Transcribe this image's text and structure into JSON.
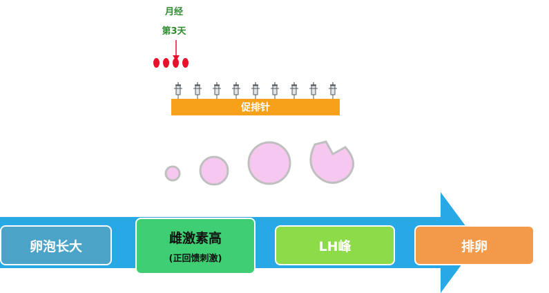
{
  "labels": {
    "period_line1": "月经",
    "period_line2": "第3天",
    "injection_bar": "促排针"
  },
  "stages": [
    {
      "label": "卵泡长大",
      "color": "#4ba3c7"
    },
    {
      "label": "雌激素高",
      "sub": "(正回馈刺激)",
      "color": "#3fce73"
    },
    {
      "label": "LH峰",
      "color": "#8edb4a"
    },
    {
      "label": "排卵",
      "color": "#f39a4a"
    }
  ],
  "colors": {
    "arrow": "#29a8e6",
    "drop": "#e8102a",
    "bar": "#f7a11a",
    "follicle_fill": "#f6c8f0",
    "follicle_stroke": "#bfbfbf"
  }
}
